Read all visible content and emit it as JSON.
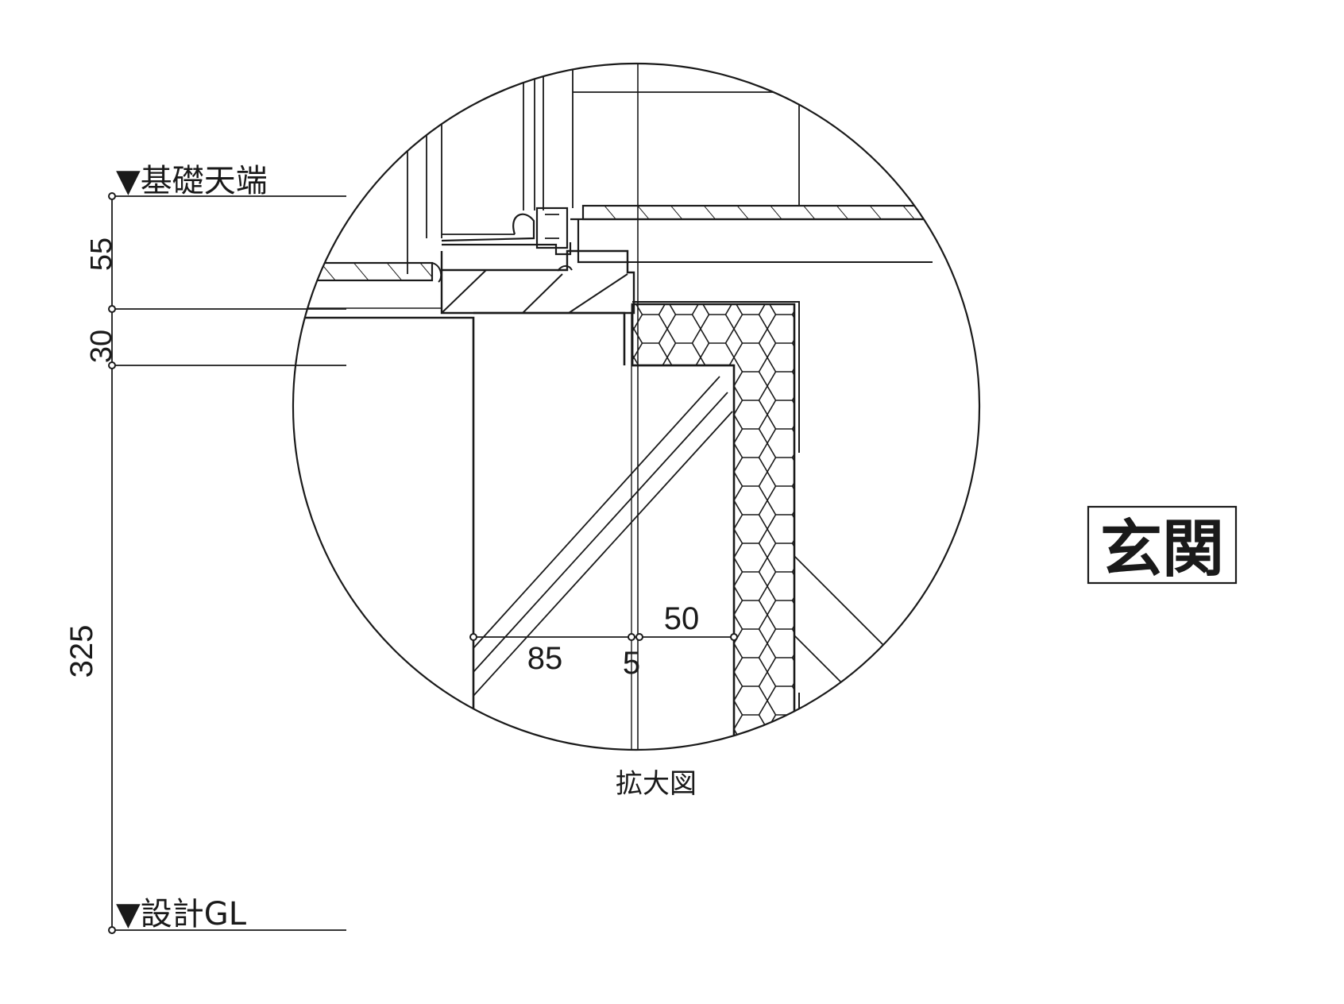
{
  "levels": {
    "top_label": "▼基礎天端",
    "bottom_label": "▼設計GL"
  },
  "vertical_dimensions": [
    "55",
    "30",
    "325"
  ],
  "horizontal_dimensions": {
    "d1": "85",
    "d2": "5",
    "d3": "50"
  },
  "detail_caption": "拡大図",
  "room_label": "玄関",
  "colors": {
    "line": "#1a1a1a",
    "background": "#ffffff"
  }
}
